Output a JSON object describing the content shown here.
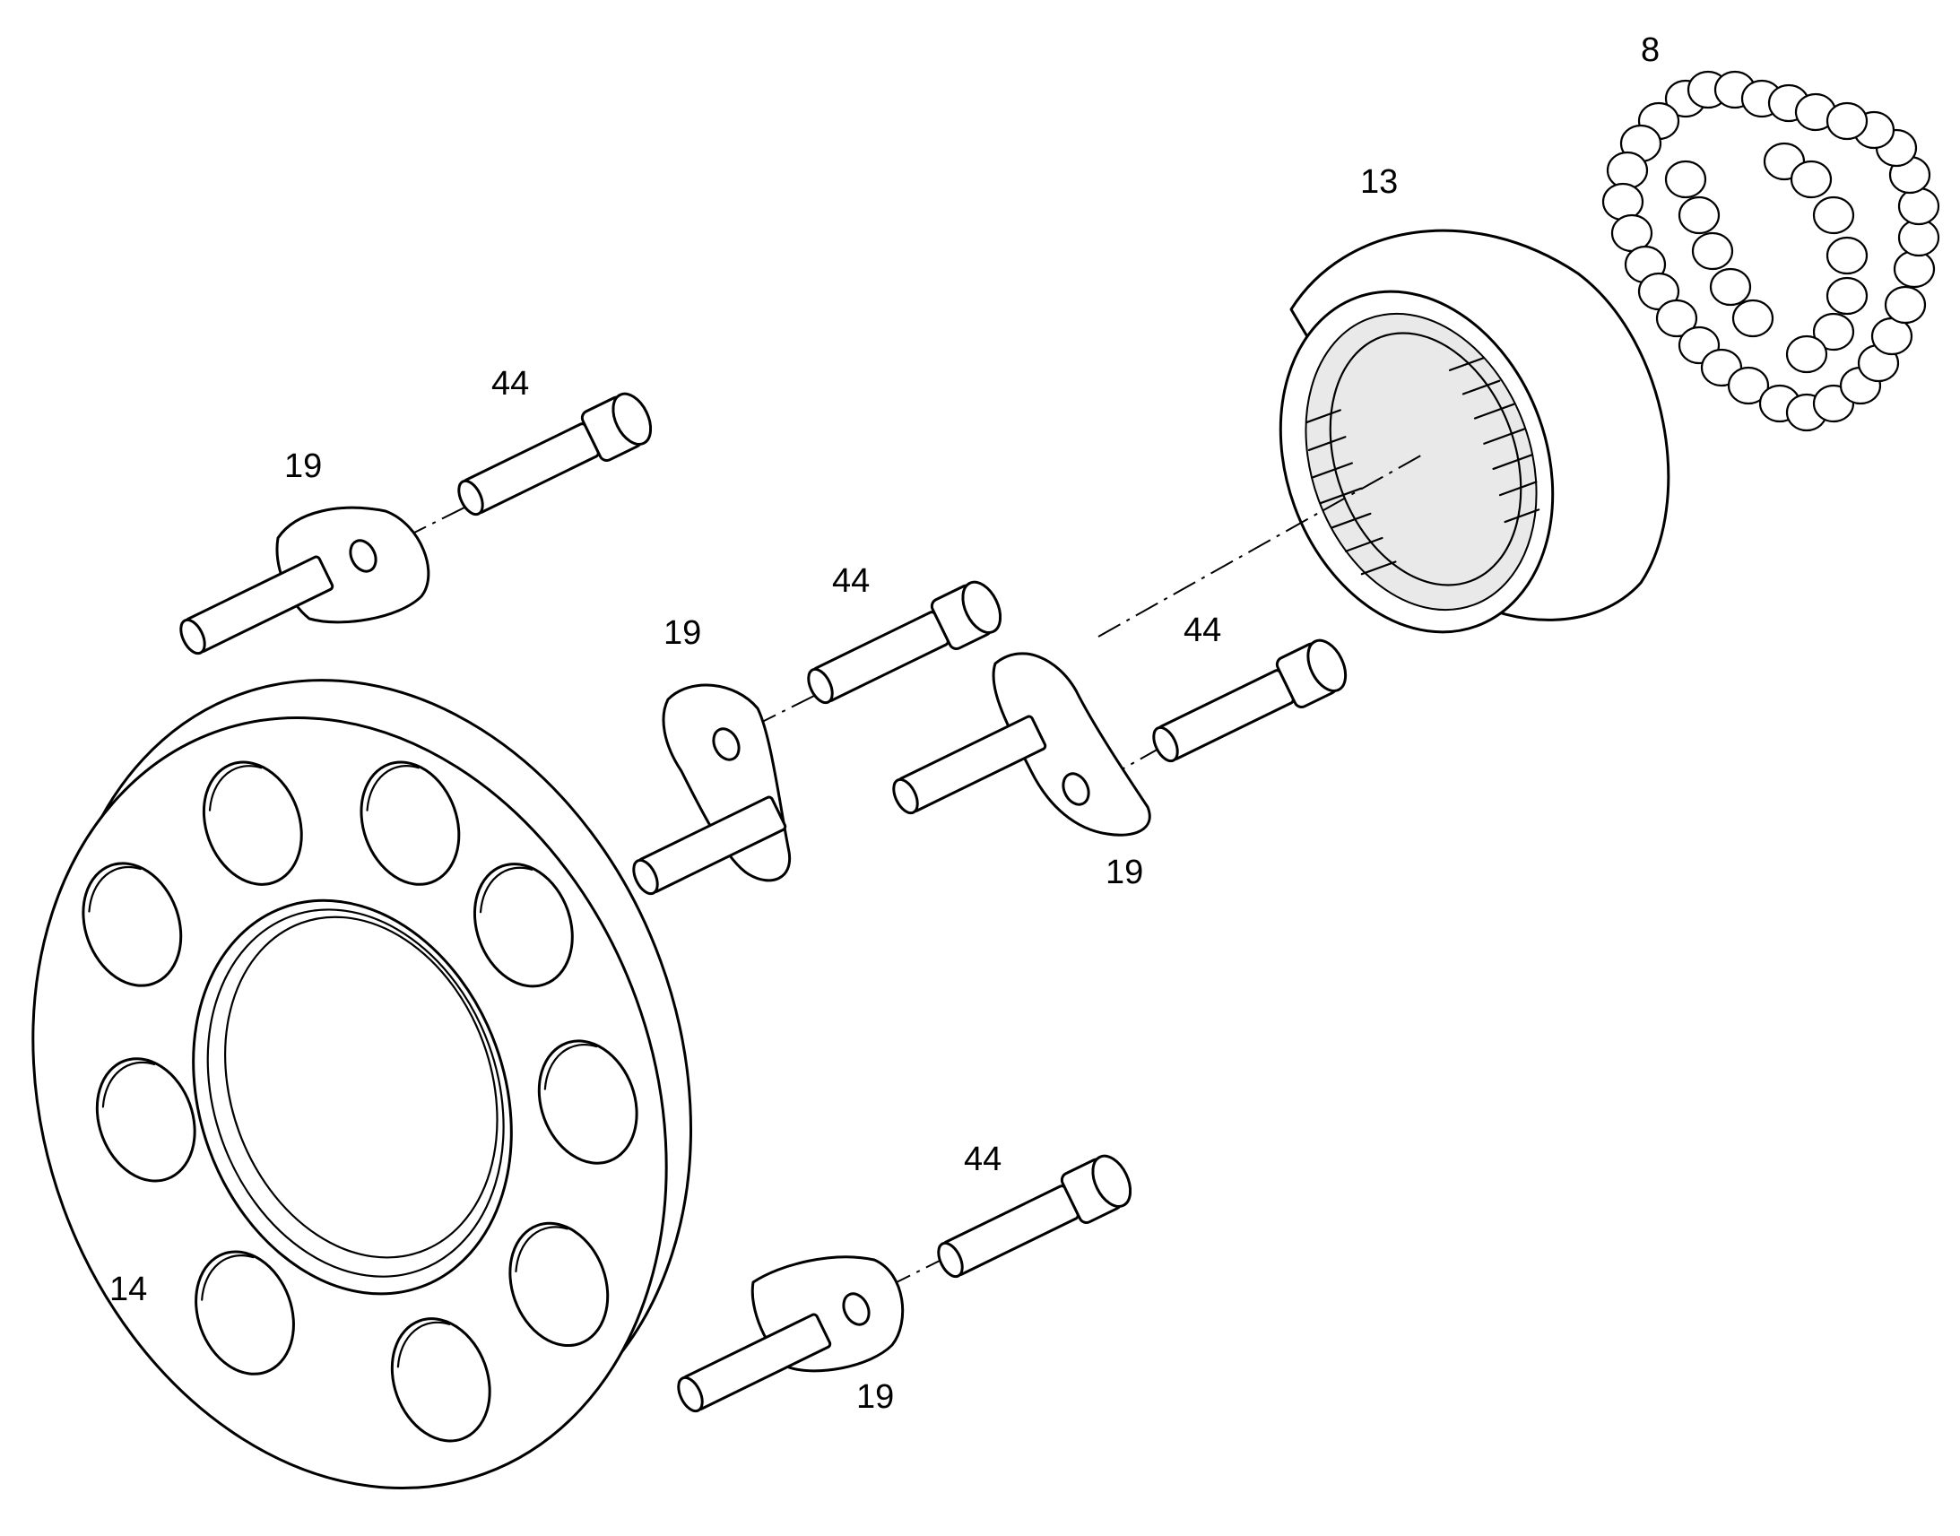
{
  "colors": {
    "line": "#000000",
    "background": "#ffffff",
    "face_shade": "#e9e9e9"
  },
  "callouts": [
    {
      "id": "spring-pack",
      "label": "8"
    },
    {
      "id": "spline-cup",
      "label": "13"
    },
    {
      "id": "bolt-upper-left",
      "label": "44"
    },
    {
      "id": "pin-upper-left",
      "label": "19"
    },
    {
      "id": "bolt-middle",
      "label": "44"
    },
    {
      "id": "pin-middle-left",
      "label": "19"
    },
    {
      "id": "bolt-right",
      "label": "44"
    },
    {
      "id": "pin-middle-right",
      "label": "19"
    },
    {
      "id": "bolt-lower",
      "label": "44"
    },
    {
      "id": "pin-lower",
      "label": "19"
    },
    {
      "id": "retainer-plate",
      "label": "14"
    }
  ]
}
